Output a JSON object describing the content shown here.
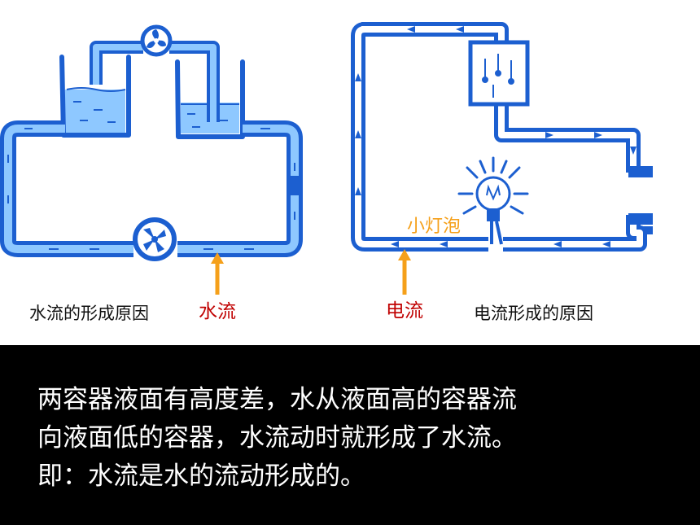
{
  "left_diagram": {
    "caption": "水流的形成原因",
    "arrow_label": "水流"
  },
  "right_diagram": {
    "caption": "电流形成的原因",
    "arrow_label": "电流",
    "bulb_label": "小灯泡"
  },
  "explanation": {
    "lines": [
      "两容器液面有高度差，水从液面高的容器流",
      "向液面低的容器，水流动时就形成了水流。",
      "即：水流是水的流动形成的。"
    ]
  },
  "colors": {
    "pipe": "#1c5fd0",
    "water": "#8ec8ff",
    "arrow": "#f5a01a",
    "label_red": "#c00000",
    "panel_bg": "#000000",
    "panel_text": "#ffffff"
  }
}
